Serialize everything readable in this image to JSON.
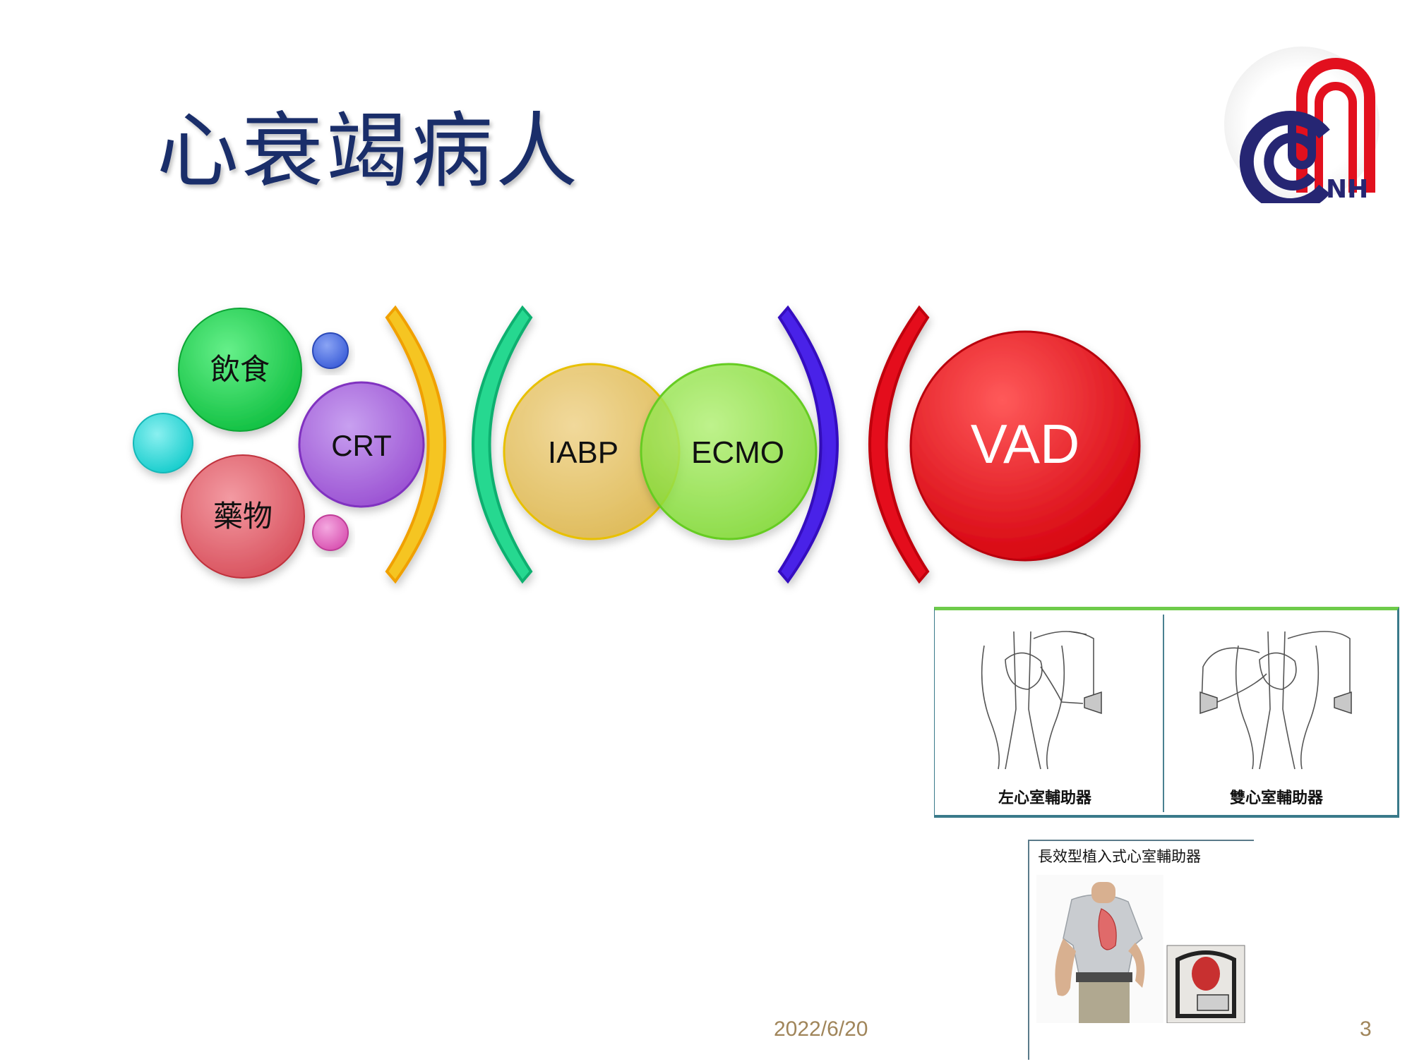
{
  "slide": {
    "title": "心衰竭病人",
    "date": "2022/6/20",
    "page_number": "3"
  },
  "logo": {
    "letters": "CUNH",
    "colors": {
      "red": "#e2101e",
      "navy": "#262673"
    }
  },
  "diagram": {
    "bubbles": [
      {
        "label": "飲食",
        "color": "#22d15a"
      },
      {
        "label": "CRT",
        "color": "#a25bd8"
      },
      {
        "label": "藥物",
        "color": "#e06470"
      },
      {
        "label": "",
        "color": "#4a6ce0"
      },
      {
        "label": "",
        "color": "#27d6d6"
      },
      {
        "label": "",
        "color": "#e060c0"
      }
    ],
    "venn": [
      {
        "label": "IABP",
        "color": "#e2c060"
      },
      {
        "label": "ECMO",
        "color": "#8ee23c"
      }
    ],
    "vad": {
      "label": "VAD",
      "color": "#e0101a"
    },
    "brackets": [
      {
        "shape": "close-paren",
        "color": "#f0c020"
      },
      {
        "shape": "open-paren",
        "color": "#20d28a"
      },
      {
        "shape": "close-paren",
        "color": "#4a22e0"
      },
      {
        "shape": "open-paren",
        "color": "#e0101a"
      }
    ]
  },
  "figures": {
    "lvad": {
      "left_caption": "左心室輔助器",
      "right_caption": "雙心室輔助器"
    },
    "implant": {
      "caption": "長效型植入式心室輔助器"
    }
  }
}
